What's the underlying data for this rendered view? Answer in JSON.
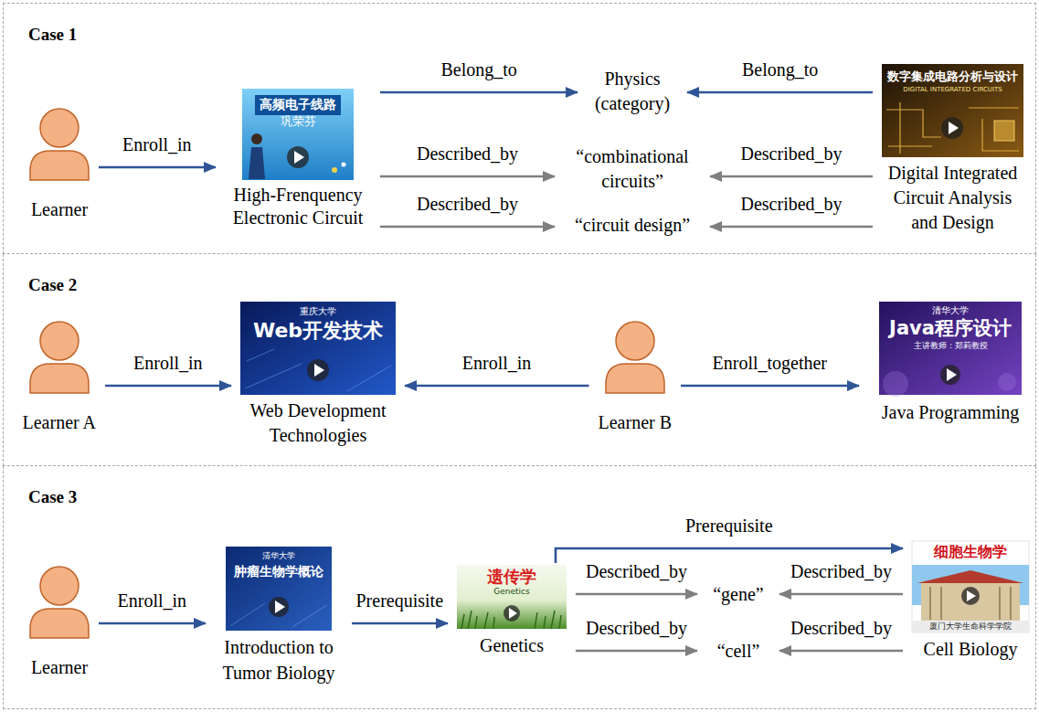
{
  "diagram": {
    "nodes": [
      {
        "text": [
          "Case 1"
        ]
      },
      {
        "text": [
          "Learner"
        ],
        "in": 0
      },
      {
        "text": [
          "High-Frenquency Electronic Circuit",
          "高频电子线路",
          "巩荣芬"
        ],
        "in": 0
      },
      {
        "text": [
          "Physics (category)"
        ],
        "in": 0
      },
      {
        "text": [
          "“combinational circuits”"
        ],
        "in": 0
      },
      {
        "text": [
          "“circuit design”"
        ],
        "in": 0
      },
      {
        "text": [
          "Digital Integrated Circuit Analysis and Design",
          "数字集成电路分析与设计",
          "DIGITAL INTEGRATED CIRCUITS"
        ],
        "in": 0
      },
      {
        "text": [
          "Case 2"
        ]
      },
      {
        "text": [
          "Learner A"
        ],
        "in": 7
      },
      {
        "text": [
          "Web Development Technologies",
          "重庆大学",
          "Web开发技术"
        ],
        "in": 7
      },
      {
        "text": [
          "Learner B"
        ],
        "in": 7
      },
      {
        "text": [
          "Java Programming",
          "清华大学",
          "Java程序设计",
          "主讲教师：郑莉教授"
        ],
        "in": 7
      },
      {
        "text": [
          "Case 3"
        ]
      },
      {
        "text": [
          "Learner"
        ],
        "in": 12
      },
      {
        "text": [
          "Introduction to Tumor Biology",
          "清华大学",
          "肿瘤生物学概论"
        ],
        "in": 12
      },
      {
        "text": [
          "Genetics",
          "遗传学",
          "Genetics"
        ],
        "in": 12
      },
      {
        "text": [
          "“gene”"
        ],
        "in": 12
      },
      {
        "text": [
          "“cell”"
        ],
        "in": 12
      },
      {
        "text": [
          "Cell Biology",
          "细胞生物学",
          "厦门大学生命科学学院"
        ],
        "in": 12
      }
    ],
    "edges": [
      {
        "from": 1,
        "to": 2,
        "arrow": "to",
        "label": "Enroll_in"
      },
      {
        "from": 2,
        "to": 3,
        "arrow": "to",
        "label": "Belong_to"
      },
      {
        "from": 2,
        "to": 4,
        "arrow": "to",
        "label": "Described_by"
      },
      {
        "from": 2,
        "to": 5,
        "arrow": "to",
        "label": "Described_by"
      },
      {
        "from": 6,
        "to": 3,
        "arrow": "to",
        "label": "Belong_to"
      },
      {
        "from": 6,
        "to": 4,
        "arrow": "to",
        "label": "Described_by"
      },
      {
        "from": 6,
        "to": 5,
        "arrow": "to",
        "label": "Described_by"
      },
      {
        "from": 8,
        "to": 9,
        "arrow": "to",
        "label": "Enroll_in"
      },
      {
        "from": 10,
        "to": 9,
        "arrow": "to",
        "label": "Enroll_in"
      },
      {
        "from": 10,
        "to": 11,
        "arrow": "to",
        "label": "Enroll_together"
      },
      {
        "from": 13,
        "to": 14,
        "arrow": "to",
        "label": "Enroll_in"
      },
      {
        "from": 14,
        "to": 15,
        "arrow": "to",
        "label": "Prerequisite"
      },
      {
        "from": 15,
        "to": 18,
        "arrow": "to",
        "label": "Prerequisite"
      },
      {
        "from": 15,
        "to": 16,
        "arrow": "to",
        "label": "Described_by"
      },
      {
        "from": 15,
        "to": 17,
        "arrow": "to",
        "label": "Described_by"
      },
      {
        "from": 18,
        "to": 16,
        "arrow": "to",
        "label": "Described_by"
      },
      {
        "from": 18,
        "to": 17,
        "arrow": "to",
        "label": "Described_by"
      }
    ]
  }
}
